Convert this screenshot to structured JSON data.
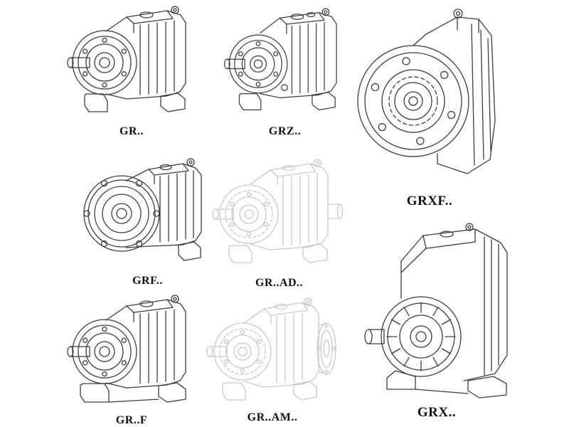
{
  "page": {
    "background": "#ffffff",
    "description": "Catalog sheet of helical gear reducer line drawings"
  },
  "style": {
    "line_color": "#3c3c3c",
    "faded_line_color": "#bfbfbf",
    "label_color": "#111111"
  },
  "figures": [
    {
      "name": "GR",
      "label": "GR.."
    },
    {
      "name": "GRZ",
      "label": "GRZ.."
    },
    {
      "name": "GRXF",
      "label": "GRXF.."
    },
    {
      "name": "GRF",
      "label": "GRF.."
    },
    {
      "name": "GR-AD",
      "label": "GR..AD.."
    },
    {
      "name": "GRX",
      "label": "GRX.."
    },
    {
      "name": "GR-F",
      "label": "GR..F"
    },
    {
      "name": "GR-AM",
      "label": "GR..AM.."
    }
  ]
}
